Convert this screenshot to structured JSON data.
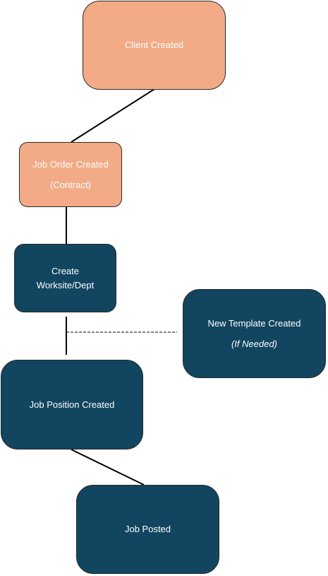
{
  "nodes": {
    "client_created": {
      "label": "Client  Created",
      "color": "#f2ab86"
    },
    "job_order_created": {
      "label": "Job Order  Created",
      "sub": "(Contract)",
      "color": "#f2ab86"
    },
    "create_worksite": {
      "label": "Create\nWorksite/Dept",
      "color": "#114560"
    },
    "new_template_created": {
      "label": "New Template  Created",
      "sub": "(If Needed)",
      "color": "#114560"
    },
    "job_position_created": {
      "label": "Job Position  Created",
      "color": "#114560"
    },
    "job_posted": {
      "label": "Job Posted",
      "color": "#114560"
    }
  }
}
